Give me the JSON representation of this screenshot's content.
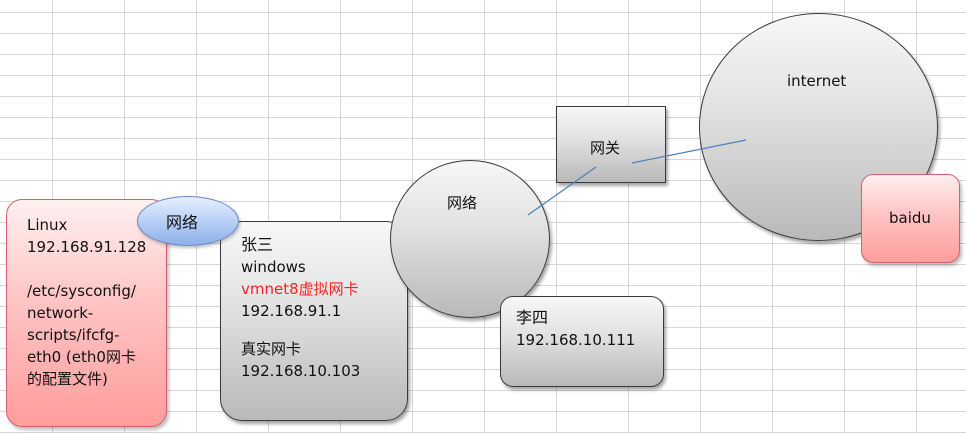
{
  "linux": {
    "line1": "Linux",
    "line2": "192.168.91.128",
    "line3": "/etc/sysconfig/\nnetwork-\nscripts/ifcfg-\neth0 (eth0网卡\n的配置文件)"
  },
  "network_ellipse": {
    "label": "网络"
  },
  "zhangsan": {
    "name": "张三",
    "os": "windows",
    "vmnet": "vmnet8虚拟网卡",
    "vmnet_ip": "192.168.91.1",
    "real_nic": "真实网卡",
    "real_ip": "192.168.10.103"
  },
  "network_circle": {
    "label": "网络"
  },
  "gateway": {
    "label": "网关"
  },
  "internet": {
    "label": "internet"
  },
  "baidu": {
    "label": "baidu"
  },
  "lisi": {
    "name": "李四",
    "ip": "192.168.10.111"
  },
  "colors": {
    "connector": "#4f81bd",
    "vmnet_text": "#ff1f1f",
    "pink_fill": "#ffc4c4",
    "gray_fill": "#d9d9d9",
    "blue_fill": "#b4cdf5"
  }
}
